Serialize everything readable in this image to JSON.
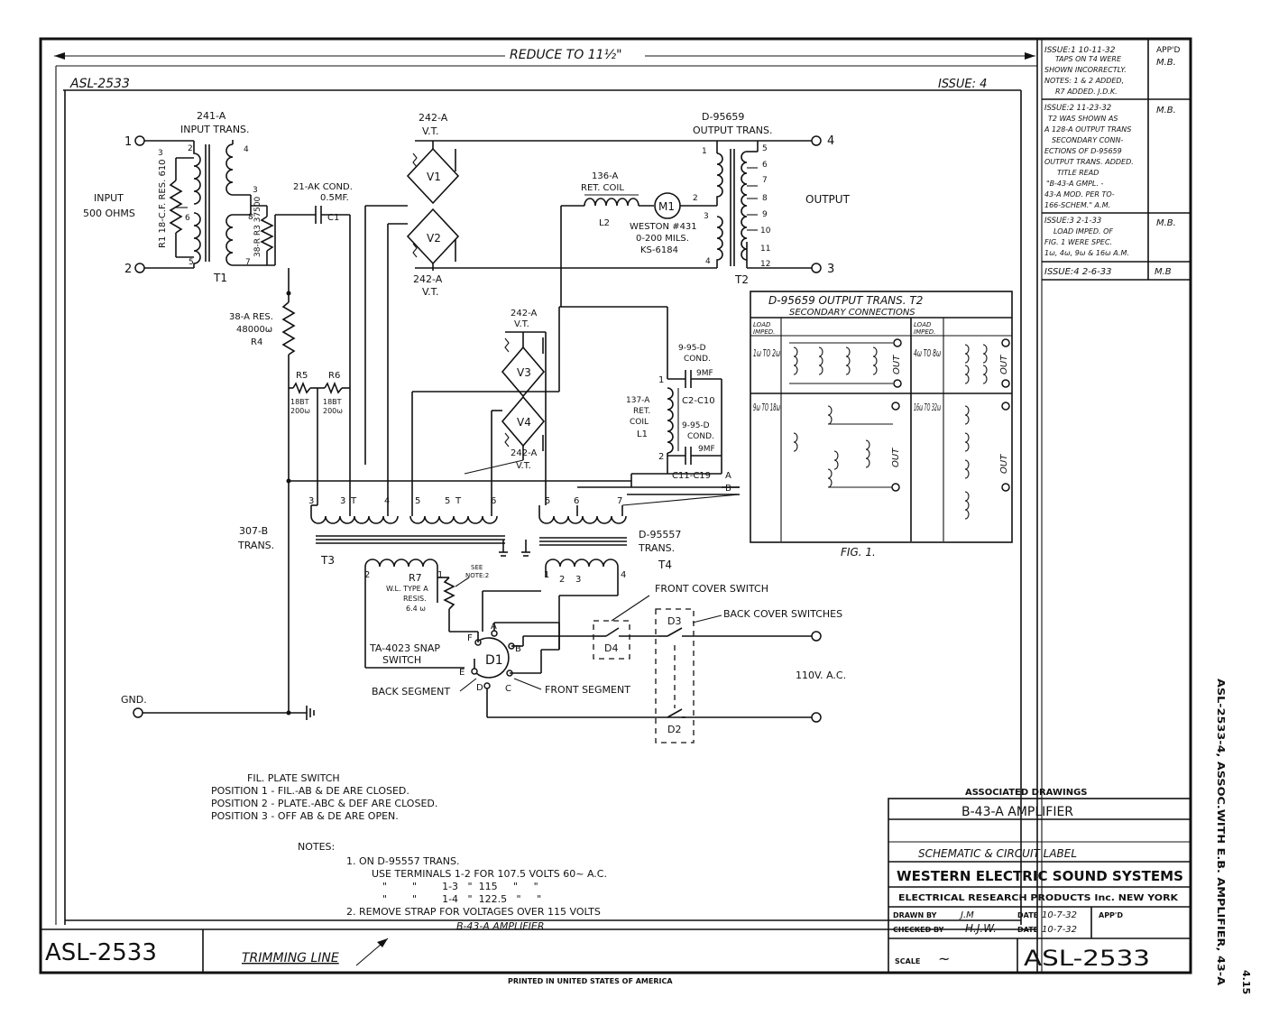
{
  "drawing": {
    "reduce_note": "REDUCE TO 11½\"",
    "number_top": "ASL-2533",
    "issue_top": "ISSUE: 4",
    "trimming_line": "TRIMMING LINE",
    "printed_in": "PRINTED IN UNITED STATES OF AMERICA",
    "side_note": "ASL-2533-4, ASSOC.WITH E.B. AMPLIFIER, 43-A",
    "page_ref": "4.15"
  },
  "revisions": {
    "appd_header": "APP'D",
    "rows": [
      {
        "lines": [
          "ISSUE:1  10-11-32",
          "TAPS ON T4 WERE",
          "SHOWN INCORRECTLY.",
          "NOTES: 1 & 2 ADDED,",
          "R7 ADDED. J.D.K."
        ],
        "appd": "M.B."
      },
      {
        "lines": [
          "ISSUE:2  11-23-32",
          "T2 WAS SHOWN AS",
          "A 128-A OUTPUT TRANS",
          "SECONDARY CONN-",
          "ECTIONS OF D-95659",
          "OUTPUT TRANS. ADDED.",
          "TITLE READ",
          "\"B-43-A GMPL. -",
          "43-A MOD. PER TO-",
          "166-SCHEM.\" A.M."
        ],
        "appd": "M.B."
      },
      {
        "lines": [
          "ISSUE:3  2-1-33",
          "LOAD IMPED. OF",
          "FIG. 1 WERE SPEC.",
          "1ω, 4ω, 9ω & 16ω A.M."
        ],
        "appd": "M.B."
      },
      {
        "lines": [
          "ISSUE:4  2-6-33"
        ],
        "appd": "M.B"
      }
    ]
  },
  "schematic": {
    "terminals": {
      "in1": "1",
      "in2": "2",
      "out4": "4",
      "out3": "3"
    },
    "input_label": [
      "INPUT",
      "500 OHMS"
    ],
    "output_label": "OUTPUT",
    "t1_label": [
      "241-A",
      "INPUT TRANS."
    ],
    "t1": "T1",
    "r1_label": "R1 18-C.F. RES. 610",
    "r3_label": "38-R R3 37500",
    "c1_label": [
      "21-AK COND.",
      "0.5MF.",
      "C1"
    ],
    "tube_top": [
      "242-A",
      "V.T."
    ],
    "v1": "V1",
    "v2": "V2",
    "tube_mid": [
      "242-A",
      "V.T."
    ],
    "t2_label": [
      "D-95659",
      "OUTPUT TRANS."
    ],
    "t2": "T2",
    "coil_label": [
      "136-A",
      "RET. COIL",
      "L2"
    ],
    "meter": "M1",
    "meter_label": [
      "WESTON #431",
      "0-200 MILS.",
      "KS-6184"
    ],
    "r4_label": [
      "38-A RES.",
      "48000ω",
      "R4"
    ],
    "r5": "R5",
    "r6": "R6",
    "r5_val": [
      "18BT",
      "200ω"
    ],
    "r6_val": [
      "18BT",
      "200ω"
    ],
    "tube_v3_top": [
      "242-A",
      "V.T."
    ],
    "v3": "V3",
    "v4": "V4",
    "tube_v4_bot": [
      "242-A",
      "V.T."
    ],
    "c_top": [
      "9-95-D",
      "COND."
    ],
    "c_top_val": "9MF",
    "c_top_ref": "C2-C10",
    "l1_label": [
      "137-A",
      "RET.",
      "COIL",
      "L1"
    ],
    "c_bot": [
      "9-95-D",
      "COND."
    ],
    "c_bot_val": "9MF",
    "c_bot_ref": "C11-C19",
    "t3_label": [
      "307-B",
      "TRANS."
    ],
    "t3": "T3",
    "t4_label": [
      "D-95557",
      "TRANS."
    ],
    "t4": "T4",
    "r7_label": [
      "R7",
      "W.L. TYPE A",
      "RESIS.",
      "6.4 ω"
    ],
    "see_note": [
      "SEE",
      "NOTE:2"
    ],
    "snap_label": [
      "TA-4023 SNAP",
      "SWITCH"
    ],
    "d1": "D1",
    "d4": "D4",
    "d3": "D3",
    "d2": "D2",
    "back_segment": "BACK SEGMENT",
    "front_segment": "FRONT SEGMENT",
    "front_cover": "FRONT COVER SWITCH",
    "back_cover": "BACK COVER SWITCHES",
    "ac_label": "110V. A.C.",
    "gnd": "GND."
  },
  "fig1": {
    "title": "D-95659 OUTPUT TRANS. T2",
    "subtitle": "SECONDARY CONNECTIONS",
    "col_header": [
      "LOAD",
      "IMPED."
    ],
    "loads": [
      "1ω TO 2ω",
      "4ω TO 8ω",
      "9ω TO 18ω",
      "16ω TO 32ω"
    ],
    "out": "OUT",
    "caption": "FIG. 1."
  },
  "switch_notes": {
    "title": "FIL. PLATE SWITCH",
    "lines": [
      "POSITION 1 - FIL.-AB & DE ARE CLOSED.",
      "POSITION 2 - PLATE.-ABC & DEF ARE CLOSED.",
      "POSITION 3 - OFF  AB & DE ARE OPEN."
    ]
  },
  "notes": {
    "title": "NOTES:",
    "lines": [
      "1.  ON D-95557 TRANS.",
      "USE  TERMINALS  1-2  FOR  107.5 VOLTS  60~ A.C.",
      "\"        \"        1-3   \"  115     \"     \"",
      "\"        \"        1-4   \"  122.5   \"     \"",
      "2.  REMOVE STRAP FOR VOLTAGES OVER 115 VOLTS"
    ],
    "footer": "B-43-A AMPLIFIER"
  },
  "title_block": {
    "associated": "ASSOCIATED DRAWINGS",
    "assoc_item": "B-43-A AMPLIFIER",
    "schematic": "SCHEMATIC & CIRCUIT LABEL",
    "company": "WESTERN ELECTRIC SOUND SYSTEMS",
    "subcompany": "ELECTRICAL RESEARCH PRODUCTS Inc. NEW YORK",
    "drawn_by_label": "DRAWN BY",
    "drawn_by": "J.M",
    "date_label": "DATE",
    "drawn_date": "10-7-32",
    "appd_label": "APP'D",
    "checked_label": "CHECKED BY",
    "checked_by": "H.J.W.",
    "checked_date": "10-7-32",
    "scale_label": "SCALE",
    "scale": "~",
    "number": "ASL-2533",
    "number_left": "ASL-2533"
  }
}
